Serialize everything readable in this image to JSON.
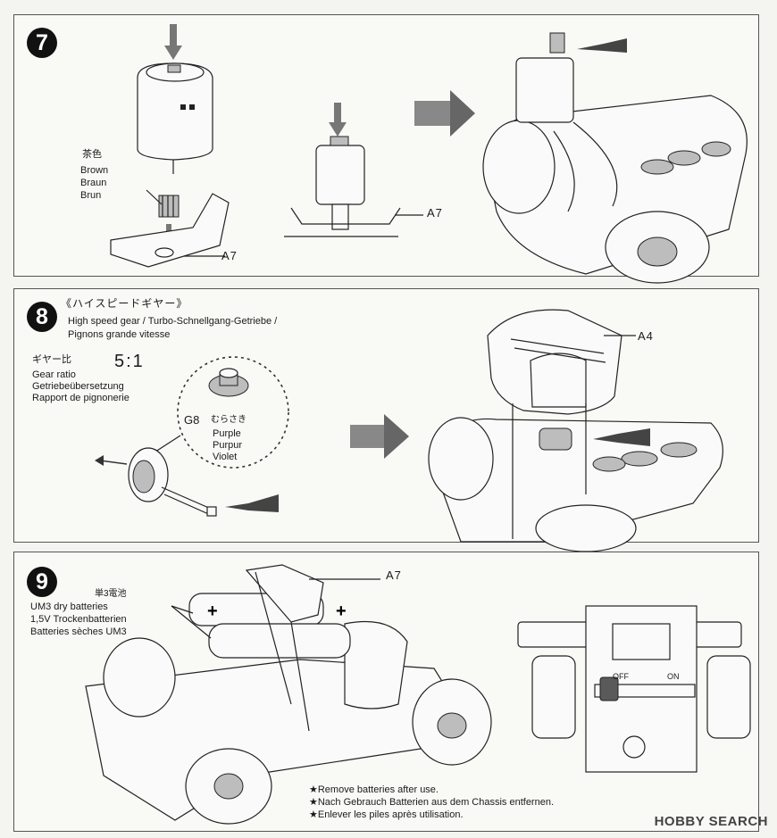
{
  "step7": {
    "number": "7",
    "color_jp": "茶色",
    "color_en": "Brown",
    "color_de": "Braun",
    "color_fr": "Brun",
    "part_a": "A7",
    "part_b": "A7"
  },
  "step8": {
    "number": "8",
    "title_jp": "《ハイスピードギヤー》",
    "title_line1": "High speed gear / Turbo-Schnellgang-Getriebe /",
    "title_line2": "Pignons grande vitesse",
    "ratio_jp": "ギヤー比",
    "ratio_en": "Gear ratio",
    "ratio_de": "Getriebeübersetzung",
    "ratio_fr": "Rapport de pignonerie",
    "ratio_value": "5:1",
    "gear_code": "G8",
    "gear_color_jp": "むらさき",
    "gear_color_en": "Purple",
    "gear_color_de": "Purpur",
    "gear_color_fr": "Violet",
    "part": "A4"
  },
  "step9": {
    "number": "9",
    "battery_jp": "単3電池",
    "battery_en": "UM3 dry batteries",
    "battery_de": "1,5V Trockenbatterien",
    "battery_fr": "Batteries sèches UM3",
    "part": "A7",
    "switch_off": "OFF",
    "switch_on": "ON",
    "notes": [
      "★Remove batteries after use.",
      "★Nach Gebrauch Batterien aus dem Chassis entfernen.",
      "★Enlever les piles après utilisation."
    ]
  },
  "watermark": "HOBBY SEARCH"
}
